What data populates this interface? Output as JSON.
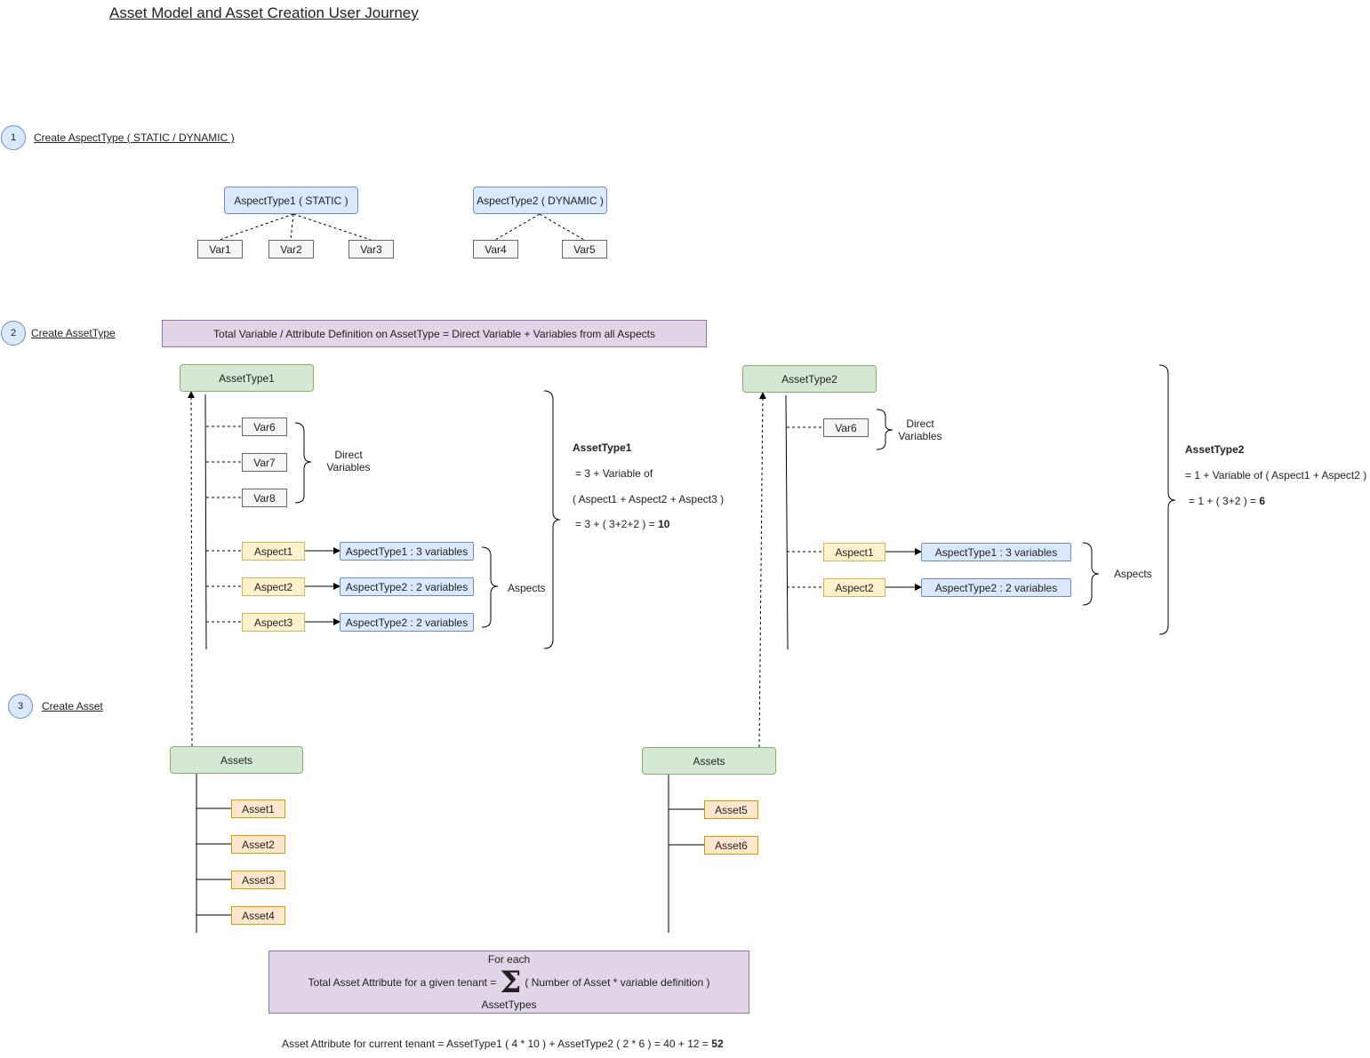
{
  "title": "Asset Model and Asset Creation User Journey",
  "steps": [
    {
      "number": "1",
      "label": "Create AspectType ( STATIC / DYNAMIC )"
    },
    {
      "number": "2",
      "label": "Create AssetType"
    },
    {
      "number": "3",
      "label": "Create Asset"
    }
  ],
  "aspect_types": {
    "at1": {
      "label": "AspectType1 ( STATIC )",
      "vars": [
        "Var1",
        "Var2",
        "Var3"
      ]
    },
    "at2": {
      "label": "AspectType2 ( DYNAMIC )",
      "vars": [
        "Var4",
        "Var5"
      ]
    }
  },
  "definition_note": "Total Variable / Attribute Definition on AssetType = Direct Variable + Variables from all Aspects",
  "asset_type1": {
    "label": "AssetType1",
    "direct_vars": [
      "Var6",
      "Var7",
      "Var8"
    ],
    "direct_label_1": "Direct",
    "direct_label_2": "Variables",
    "aspects": [
      "Aspect1",
      "Aspect2",
      "Aspect3"
    ],
    "aspect_refs": [
      "AspectType1 : 3 variables",
      "AspectType2 : 2 variables",
      "AspectType2 : 2 variables"
    ],
    "aspects_label": "Aspects",
    "calc_title": "AssetType1",
    "calc_line1": "= 3 + Variable of",
    "calc_line2": "( Aspect1 + Aspect2 + Aspect3 )",
    "calc_line3_prefix": "= 3 + ( 3+2+2 ) =",
    "calc_result": "10"
  },
  "asset_type2": {
    "label": "AssetType2",
    "direct_vars": [
      "Var6"
    ],
    "direct_label_1": "Direct",
    "direct_label_2": "Variables",
    "aspects": [
      "Aspect1",
      "Aspect2"
    ],
    "aspect_refs": [
      "AspectType1 : 3 variables",
      "AspectType2 : 2 variables"
    ],
    "aspects_label": "Aspects",
    "calc_title": "AssetType2",
    "calc_line1": "= 1 + Variable of  ( Aspect1 + Aspect2 )",
    "calc_line2_prefix": "= 1 + ( 3+2 ) =",
    "calc_result": "6"
  },
  "assets_left": {
    "label": "Assets",
    "items": [
      "Asset1",
      "Asset2",
      "Asset3",
      "Asset4"
    ]
  },
  "assets_right": {
    "label": "Assets",
    "items": [
      "Asset5",
      "Asset6"
    ]
  },
  "formula": {
    "top": "For each",
    "left": "Total Asset Attribute for a given tenant =",
    "symbol": "Σ",
    "right": "( Number of Asset * variable definition )",
    "bottom": "AssetTypes"
  },
  "footer_prefix": "Asset Attribute for current tenant = AssetType1 ( 4 * 10 ) + AssetType2 ( 2 * 6 ) = 40 + 12 =",
  "footer_result": "52"
}
